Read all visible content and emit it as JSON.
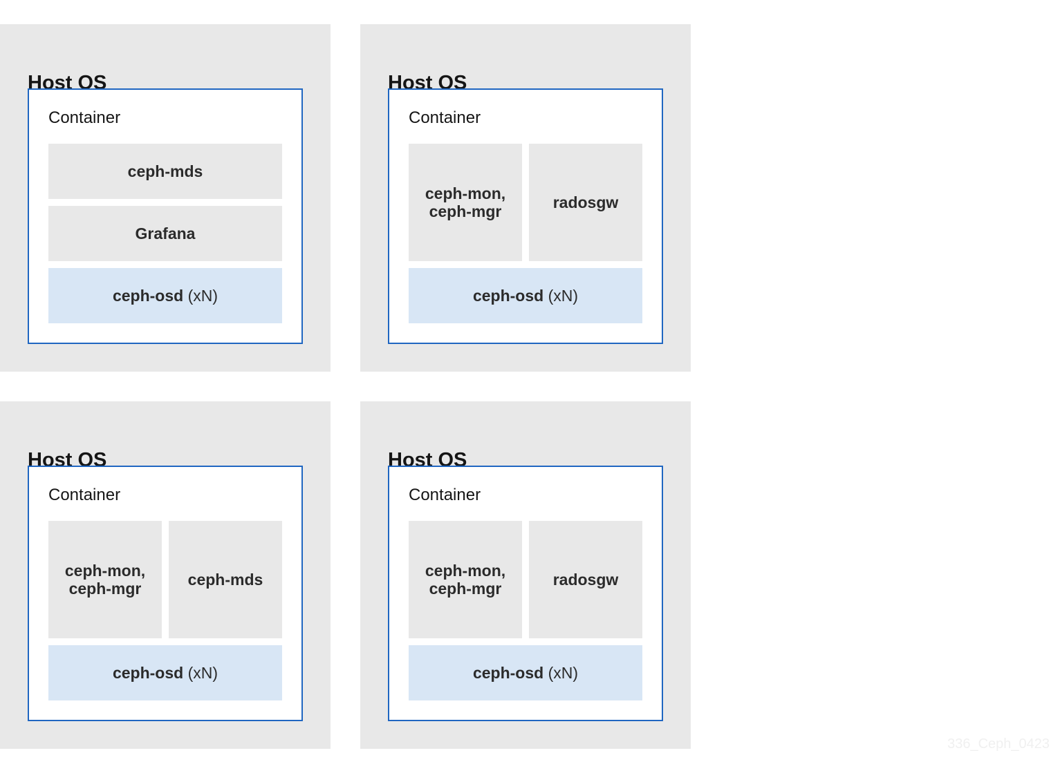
{
  "hosts": [
    {
      "title": "Host OS",
      "container": {
        "title": "Container",
        "services": [
          "ceph-mds",
          "Grafana"
        ],
        "osd": {
          "name": "ceph-osd",
          "suffix": "(xN)"
        }
      }
    },
    {
      "title": "Host OS",
      "container": {
        "title": "Container",
        "services": [
          "ceph-mon,\nceph-mgr",
          "radosgw"
        ],
        "osd": {
          "name": "ceph-osd",
          "suffix": "(xN)"
        }
      }
    },
    {
      "title": "Host OS",
      "container": {
        "title": "Container",
        "services": [
          "ceph-mon,\nceph-mgr",
          "ceph-mds"
        ],
        "osd": {
          "name": "ceph-osd",
          "suffix": "(xN)"
        }
      }
    },
    {
      "title": "Host OS",
      "container": {
        "title": "Container",
        "services": [
          "ceph-mon,\nceph-mgr",
          "radosgw"
        ],
        "osd": {
          "name": "ceph-osd",
          "suffix": "(xN)"
        }
      }
    }
  ],
  "watermark": "336_Ceph_0423",
  "colors": {
    "host_bg": "#e8e8e8",
    "container_border": "#1f66c1",
    "service_bg": "#e8e8e8",
    "osd_bg": "#d8e6f5"
  }
}
